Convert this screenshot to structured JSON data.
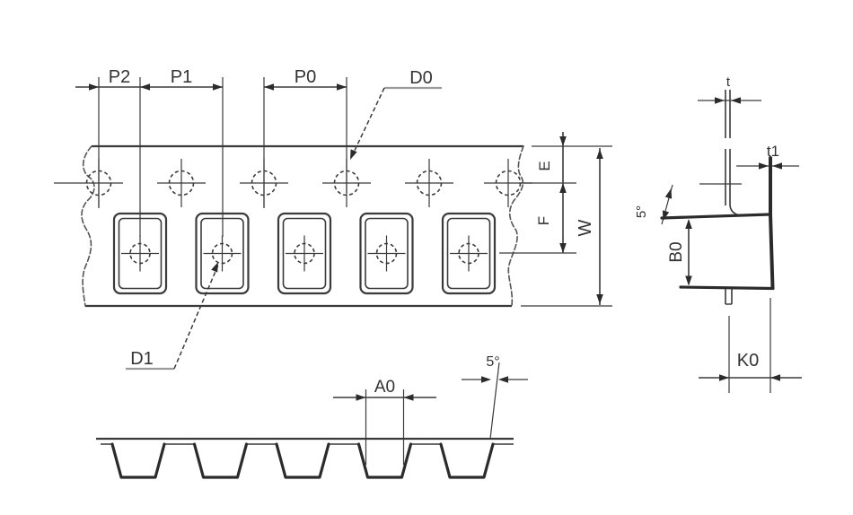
{
  "colors": {
    "background": "#ffffff",
    "line": "#3a3a3a",
    "line_strong": "#2b2b2b",
    "label_text": "#333333",
    "leader_underline": "#9a9a9a"
  },
  "top_view": {
    "labels": {
      "p2": "P2",
      "p1": "P1",
      "p0": "P0",
      "d0": "D0",
      "d1": "D1",
      "e": "E",
      "f": "F",
      "w": "W"
    },
    "sprocket_hole_count": 6,
    "pocket_count": 5
  },
  "bottom_view": {
    "labels": {
      "a0": "A0",
      "draft_angle": "5°"
    },
    "pocket_count": 5
  },
  "side_view": {
    "labels": {
      "t": "t",
      "t1": "t1",
      "b0": "B0",
      "k0": "K0",
      "draft_angle": "5°"
    }
  }
}
